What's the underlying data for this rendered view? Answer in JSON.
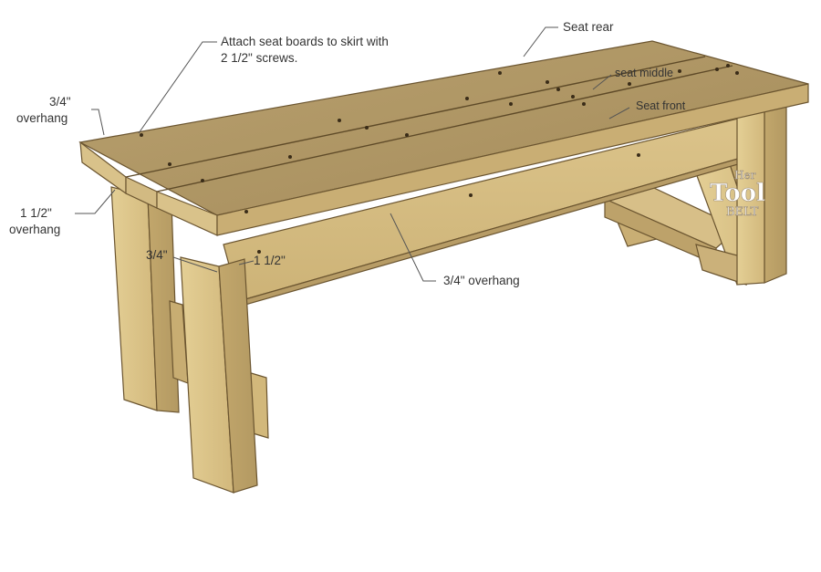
{
  "labels": {
    "attach_note_line1": "Attach seat boards to skirt with",
    "attach_note_line2": "2 1/2\" screws.",
    "seat_rear": "Seat rear",
    "seat_middle": "seat middle",
    "seat_front": "Seat front",
    "end_overhang_value": "3/4\"",
    "end_overhang_word": "overhang",
    "side_overhang_value": "1 1/2\"",
    "side_overhang_word": "overhang",
    "leg_dim_a": "3/4\"",
    "leg_dim_b": "1 1/2\"",
    "front_overhang": "3/4\" overhang"
  },
  "watermark": {
    "line1": "Her",
    "line2": "Tool",
    "line3": "BELT"
  },
  "colors": {
    "wood_top": "#b29a6a",
    "wood_front": "#d6bd84",
    "wood_light": "#e3cf96",
    "wood_dark": "#a08552",
    "text": "#333333",
    "leader": "#555555"
  }
}
